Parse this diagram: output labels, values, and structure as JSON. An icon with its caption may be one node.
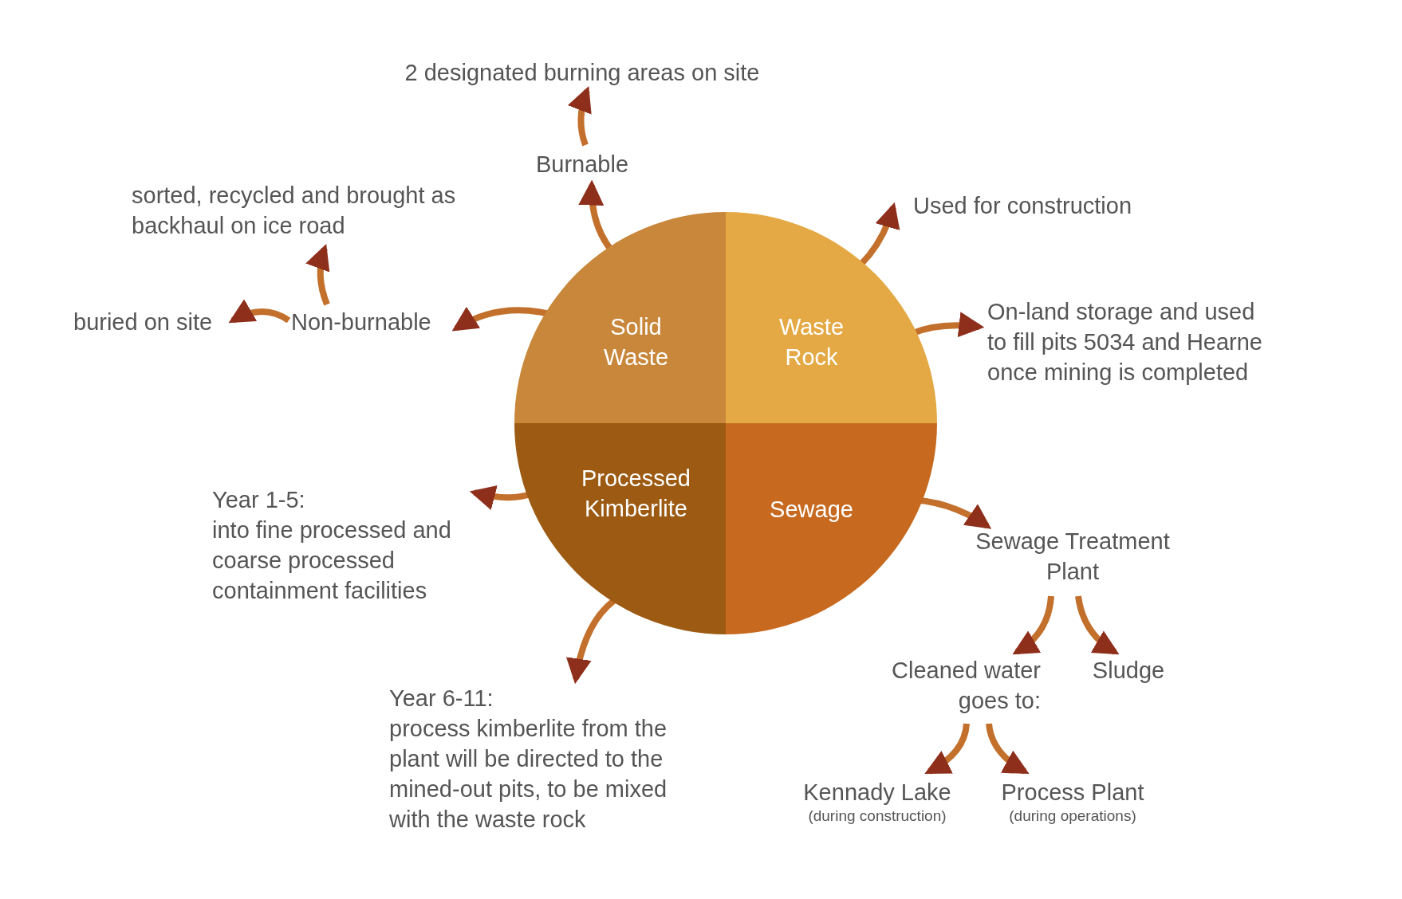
{
  "diagram": {
    "nodes": [
      {
        "text": [
          "Solid Waste"
        ]
      },
      {
        "text": [
          "Waste Rock"
        ]
      },
      {
        "text": [
          "Processed Kimberlite"
        ]
      },
      {
        "text": [
          "Sewage"
        ]
      },
      {
        "text": [
          "Burnable"
        ]
      },
      {
        "text": [
          "2 designated burning areas on site"
        ]
      },
      {
        "text": [
          "Non-burnable"
        ]
      },
      {
        "text": [
          "sorted, recycled and brought as backhaul on ice road"
        ]
      },
      {
        "text": [
          "buried on site"
        ]
      },
      {
        "text": [
          "Used for construction"
        ]
      },
      {
        "text": [
          "On-land storage and used to fill pits 5034 and Hearne once mining is completed"
        ]
      },
      {
        "text": [
          "Year 1-5:",
          "into fine processed and coarse processed containment facilities"
        ]
      },
      {
        "text": [
          "Year 6-11:",
          "process kimberlite from the plant will be directed to the mined-out pits, to be mixed with the waste rock"
        ]
      },
      {
        "text": [
          "Sewage Treatment Plant"
        ]
      },
      {
        "text": [
          "Cleaned water goes to:"
        ]
      },
      {
        "text": [
          "Sludge"
        ]
      },
      {
        "text": [
          "Kennady Lake",
          "(during construction)"
        ]
      },
      {
        "text": [
          "Process Plant",
          "(during operations)"
        ]
      }
    ],
    "edges": [
      {
        "from": 0,
        "to": 4,
        "arrow": "to"
      },
      {
        "from": 4,
        "to": 5,
        "arrow": "to"
      },
      {
        "from": 0,
        "to": 6,
        "arrow": "to"
      },
      {
        "from": 6,
        "to": 7,
        "arrow": "to"
      },
      {
        "from": 6,
        "to": 8,
        "arrow": "to"
      },
      {
        "from": 1,
        "to": 9,
        "arrow": "to"
      },
      {
        "from": 1,
        "to": 10,
        "arrow": "to"
      },
      {
        "from": 2,
        "to": 11,
        "arrow": "to"
      },
      {
        "from": 2,
        "to": 12,
        "arrow": "to"
      },
      {
        "from": 3,
        "to": 13,
        "arrow": "to"
      },
      {
        "from": 13,
        "to": 14,
        "arrow": "to"
      },
      {
        "from": 13,
        "to": 15,
        "arrow": "to"
      },
      {
        "from": 14,
        "to": 16,
        "arrow": "to"
      },
      {
        "from": 14,
        "to": 17,
        "arrow": "to"
      }
    ]
  }
}
